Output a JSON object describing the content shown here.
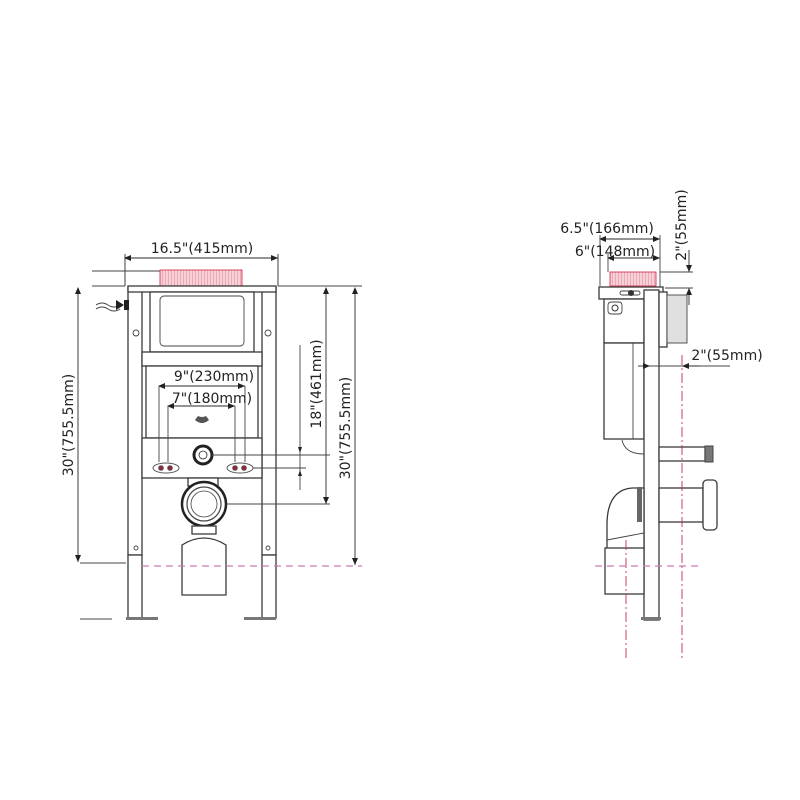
{
  "diagram": {
    "type": "technical installation drawing",
    "subject": "wall-hung toilet concealed cistern frame",
    "views": {
      "front": {
        "dimensions": {
          "top_width": "16.5\"(415mm)",
          "outer_spacing": "9\"(230mm)",
          "inner_spacing": "7\"(180mm)",
          "height_left": "30\"(755.5mm)",
          "inlet_height": "18\"(461mm)",
          "height_right": "30\"(755.5mm)"
        }
      },
      "side": {
        "dimensions": {
          "outer_depth": "6.5\"(166mm)",
          "inner_depth": "6\"(148mm)",
          "top_offset": "2\"(55mm)",
          "wall_offset": "2\"(55mm)"
        }
      }
    },
    "colors": {
      "line": "#3a3a3a",
      "flush_plate": "#d02040",
      "floor_line": "#c77bb8",
      "centerline": "#c0304a"
    }
  }
}
